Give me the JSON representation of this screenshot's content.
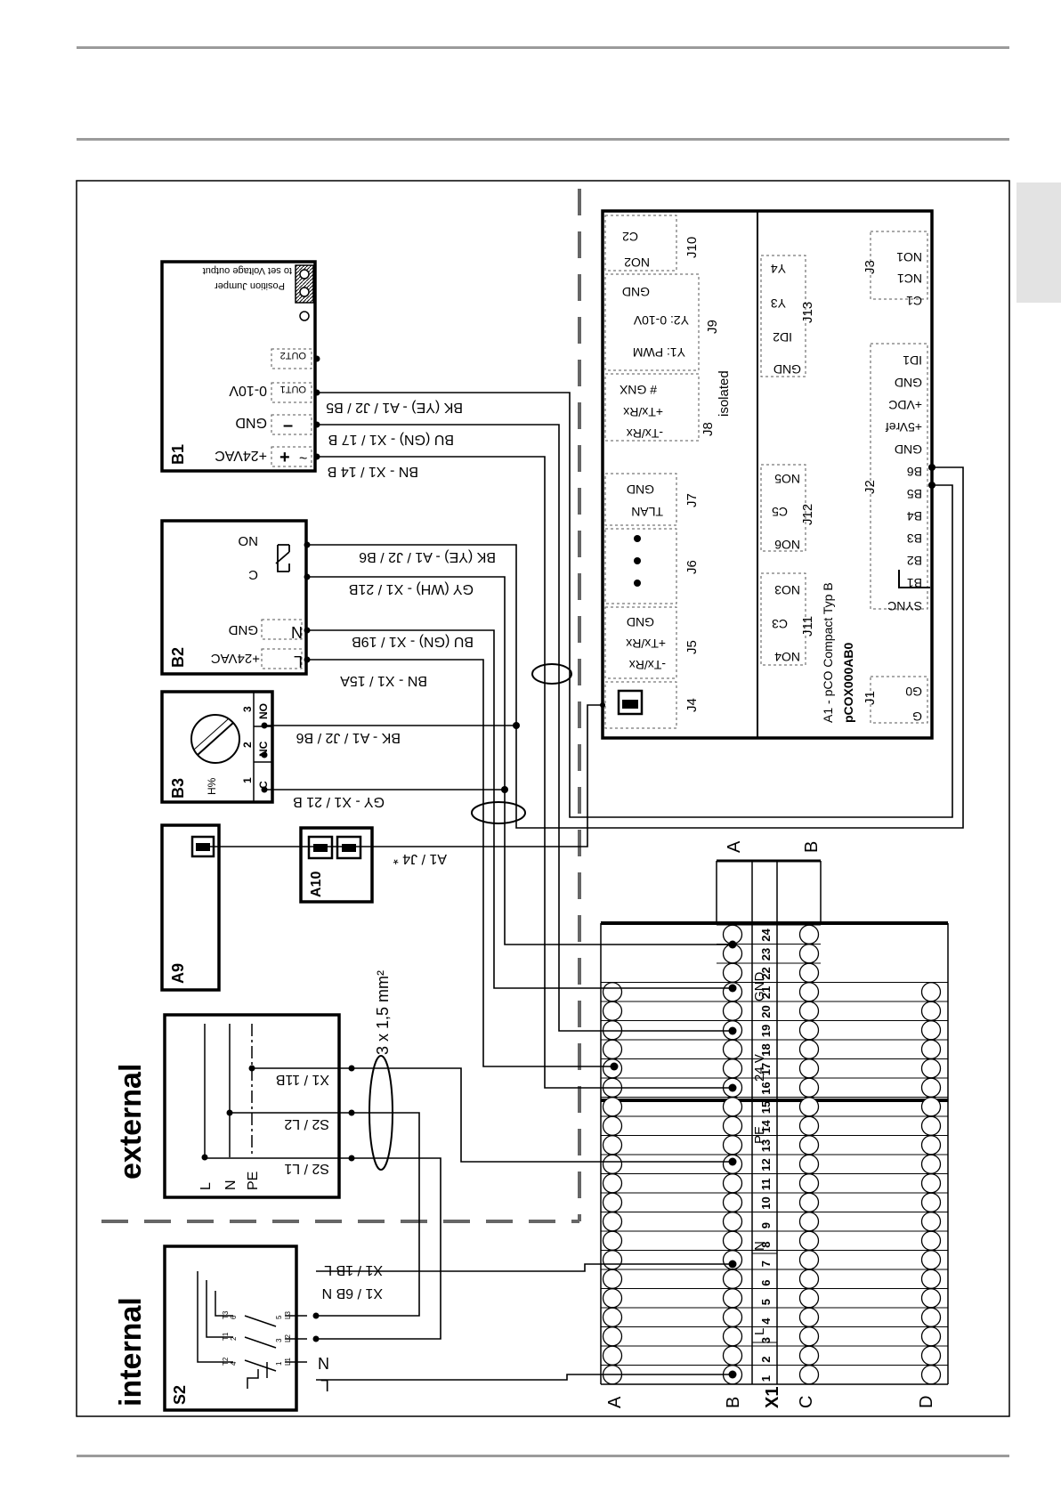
{
  "zones": {
    "internal": "internal",
    "external": "external"
  },
  "components": {
    "S2": "S2",
    "A9": "A9",
    "A10": "A10",
    "B3": "B3",
    "B2": "B2",
    "B1": "B1"
  },
  "s2": {
    "terminals": {
      "L": "L",
      "N": "N"
    },
    "pins": [
      "T2",
      "4",
      "T1",
      "2",
      "T3",
      "6",
      "1",
      "L1",
      "3",
      "L2",
      "5",
      "L3"
    ]
  },
  "external_box": {
    "L": "L",
    "N": "N",
    "PE": "PE"
  },
  "b3": {
    "label_h": "H%",
    "pins": [
      "1",
      "2",
      "3"
    ],
    "contacts": [
      "C",
      "NC",
      "NO"
    ]
  },
  "b2": {
    "L": "L",
    "N": "N",
    "plus24": "+24VAC",
    "gnd": "GND",
    "c": "C",
    "no": "NO"
  },
  "b1": {
    "plus": "+",
    "minus": "–",
    "plus24": "+24VAC",
    "gnd": "GND",
    "v010": "0-10V",
    "out1": "OUT1",
    "out2": "OUT2",
    "jumper1": "Position Jumper",
    "jumper2": "to set Voltage output"
  },
  "wires": {
    "x1_1bl": "X1 / 1B L",
    "x1_6bn": "X1 / 6B N",
    "s2_l1": "S2 / L1",
    "s2_l2": "S2 / L2",
    "x1_11b": "X1 / 11B",
    "cable": "3 x 1,5 mm²",
    "a1_j4": "A1 / J4 *",
    "gy_x1_21b": "GY - X1 / 21 B",
    "bk_a1_j2_b6": "BK - A1 / J2 / B6",
    "bn_x1_15a": "BN - X1 / 15A",
    "bu_x1_19b": "BU (GN) - X1 / 19B",
    "gy_wh": "GY (WH) - X1 / 21B",
    "bk_ye_b6": "BK (YE) - A1 / J2 / B6",
    "bn_x1_14b": "BN - X1 / 14 B",
    "bu_x1_17b": "BU (GN) - X1 / 17 B",
    "bk_ye_b5": "BK (YE) - A1 / J2 / B5"
  },
  "a1": {
    "title": "A1 - pCO Compact Typ B",
    "model": "pCOX000AB0",
    "isolated": "isolated",
    "connectors": {
      "J1": "J1",
      "J2": "J2",
      "J3": "J3",
      "J4": "J4",
      "J5": "J5",
      "J6": "J6",
      "J7": "J7",
      "J8": "J8",
      "J9": "J9",
      "J10": "J10",
      "J11": "J11",
      "J12": "J12",
      "J13": "J13"
    },
    "j1": [
      "G",
      "G0"
    ],
    "j2": [
      "SYNC",
      "B1",
      "B2",
      "B3",
      "B4",
      "B5",
      "B6",
      "GND",
      "+5Vref",
      "+VDC",
      "GND",
      "ID1"
    ],
    "j3": [
      "C1",
      "NC1",
      "NO1"
    ],
    "j5": [
      "-Tx/Rx",
      "+Tx/Rx",
      "GND"
    ],
    "j7": [
      "TLAN",
      "GND"
    ],
    "j8": [
      "-Tx/Rx",
      "+Tx/Rx",
      "# GNX"
    ],
    "j9": [
      "Y1: PWM",
      "Y2: 0-10V",
      "GND"
    ],
    "j10": [
      "NO2",
      "C2"
    ],
    "j11": [
      "NO4",
      "C3",
      "NO3"
    ],
    "j12": [
      "NO6",
      "C5",
      "NO5"
    ],
    "j13": [
      "GND",
      "ID2",
      "Y3",
      "Y4"
    ]
  },
  "x1": {
    "name": "X1",
    "rows": [
      "A",
      "B",
      "C",
      "D"
    ],
    "numbers": [
      "1",
      "2",
      "3",
      "4",
      "5",
      "6",
      "7",
      "8",
      "9",
      "10",
      "11",
      "12",
      "13",
      "14",
      "15",
      "16",
      "17",
      "18",
      "19",
      "20",
      "21",
      "22",
      "23",
      "24"
    ],
    "groups": {
      "L": "L",
      "N": "N",
      "PE": "PE",
      "v24": "24 V",
      "gnd": "GND"
    }
  }
}
